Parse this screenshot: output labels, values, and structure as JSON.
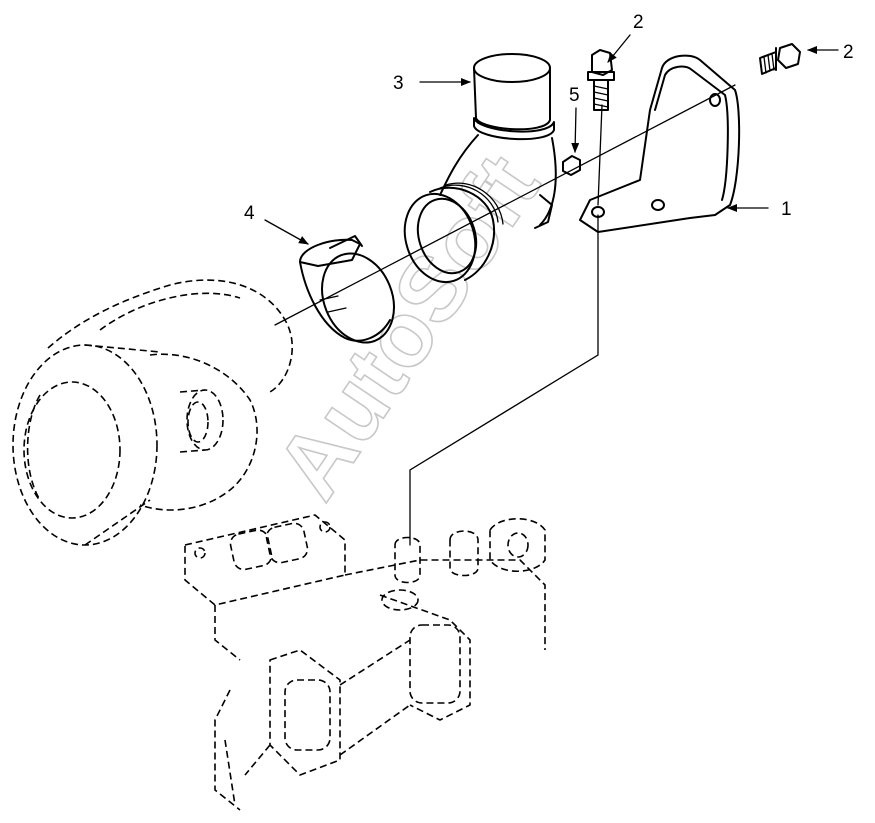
{
  "diagram": {
    "watermark": "AutoSoft",
    "callouts": [
      {
        "id": "bracket",
        "label": "1"
      },
      {
        "id": "capscrew-top",
        "label": "2"
      },
      {
        "id": "capscrew-right",
        "label": "2"
      },
      {
        "id": "elbow",
        "label": "3"
      },
      {
        "id": "clamp",
        "label": "4"
      },
      {
        "id": "nut",
        "label": "5"
      }
    ]
  }
}
